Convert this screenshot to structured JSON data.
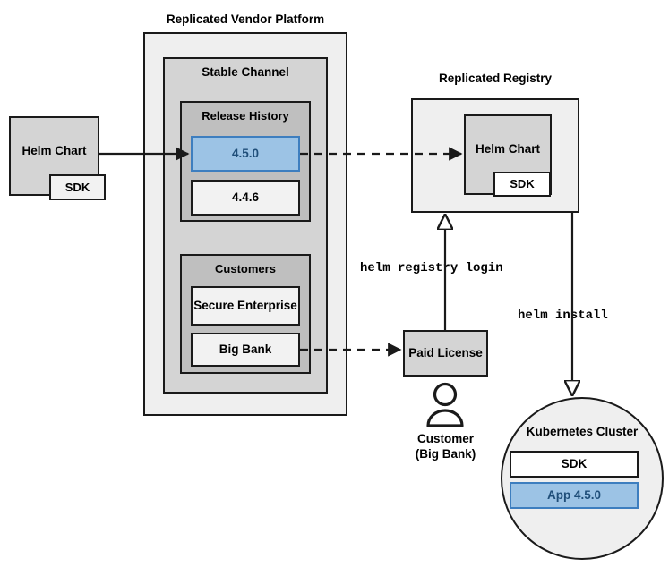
{
  "diagram": {
    "title_platform": "Replicated Vendor Platform",
    "title_registry": "Replicated Registry",
    "platform": {
      "channel_label": "Stable Channel",
      "release_history": {
        "label": "Release History",
        "releases": [
          {
            "version": "4.5.0",
            "highlighted": true
          },
          {
            "version": "4.4.6",
            "highlighted": false
          }
        ]
      },
      "customers": {
        "label": "Customers",
        "items": [
          {
            "name": "Secure Enterprise"
          },
          {
            "name": "Big Bank"
          }
        ]
      }
    },
    "source_chart": {
      "label": "Helm Chart",
      "sdk_label": "SDK"
    },
    "registry": {
      "chart_label": "Helm Chart",
      "sdk_label": "SDK"
    },
    "license": {
      "label": "Paid License"
    },
    "customer_actor": {
      "line1": "Customer",
      "line2": "(Big Bank)",
      "icon": "person-icon"
    },
    "cluster": {
      "label": "Kubernetes Cluster",
      "sdk_label": "SDK",
      "app_label": "App 4.5.0"
    },
    "commands": {
      "registry_login": "helm registry login",
      "install": "helm install"
    },
    "colors": {
      "highlight_fill": "#9cc3e5",
      "highlight_border": "#3d7ebf",
      "highlight_text": "#1f4e79",
      "stroke": "#1a1a1a"
    }
  }
}
